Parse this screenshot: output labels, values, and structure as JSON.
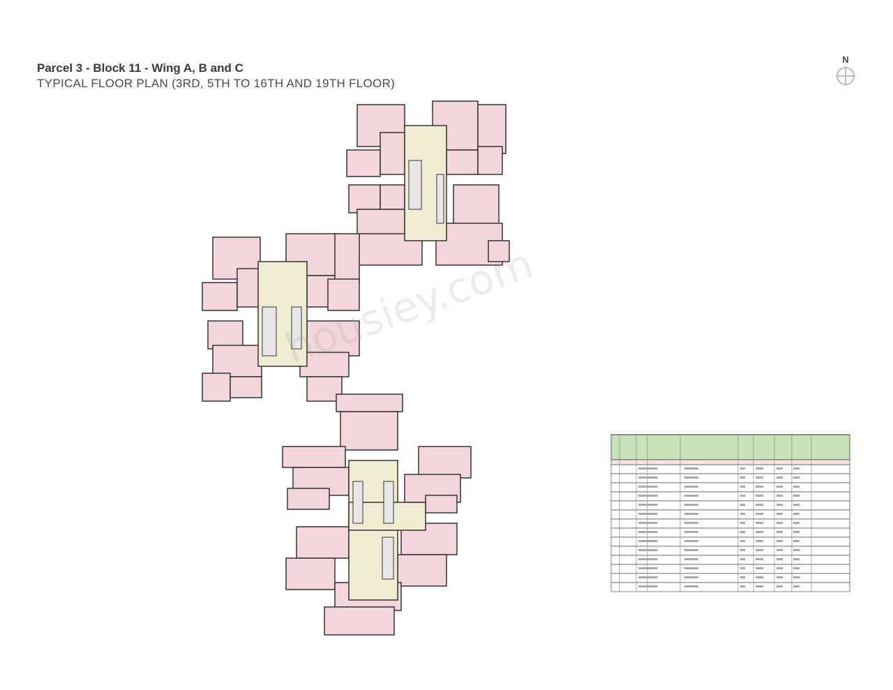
{
  "header": {
    "title": "Parcel 3 - Block 11 - Wing A, B and C",
    "subtitle": "TYPICAL FLOOR PLAN (3RD, 5TH TO 16TH AND 19TH FLOOR)"
  },
  "compass": {
    "label": "N",
    "icon": "north-arrow-icon"
  },
  "watermark": "housiey.com",
  "colors": {
    "unit_fill": "#f3d6dc",
    "corridor_fill": "#f0ecd2",
    "outline": "#333333",
    "table_header": "#c9e3b8"
  },
  "area_table": {
    "rows": 14
  }
}
